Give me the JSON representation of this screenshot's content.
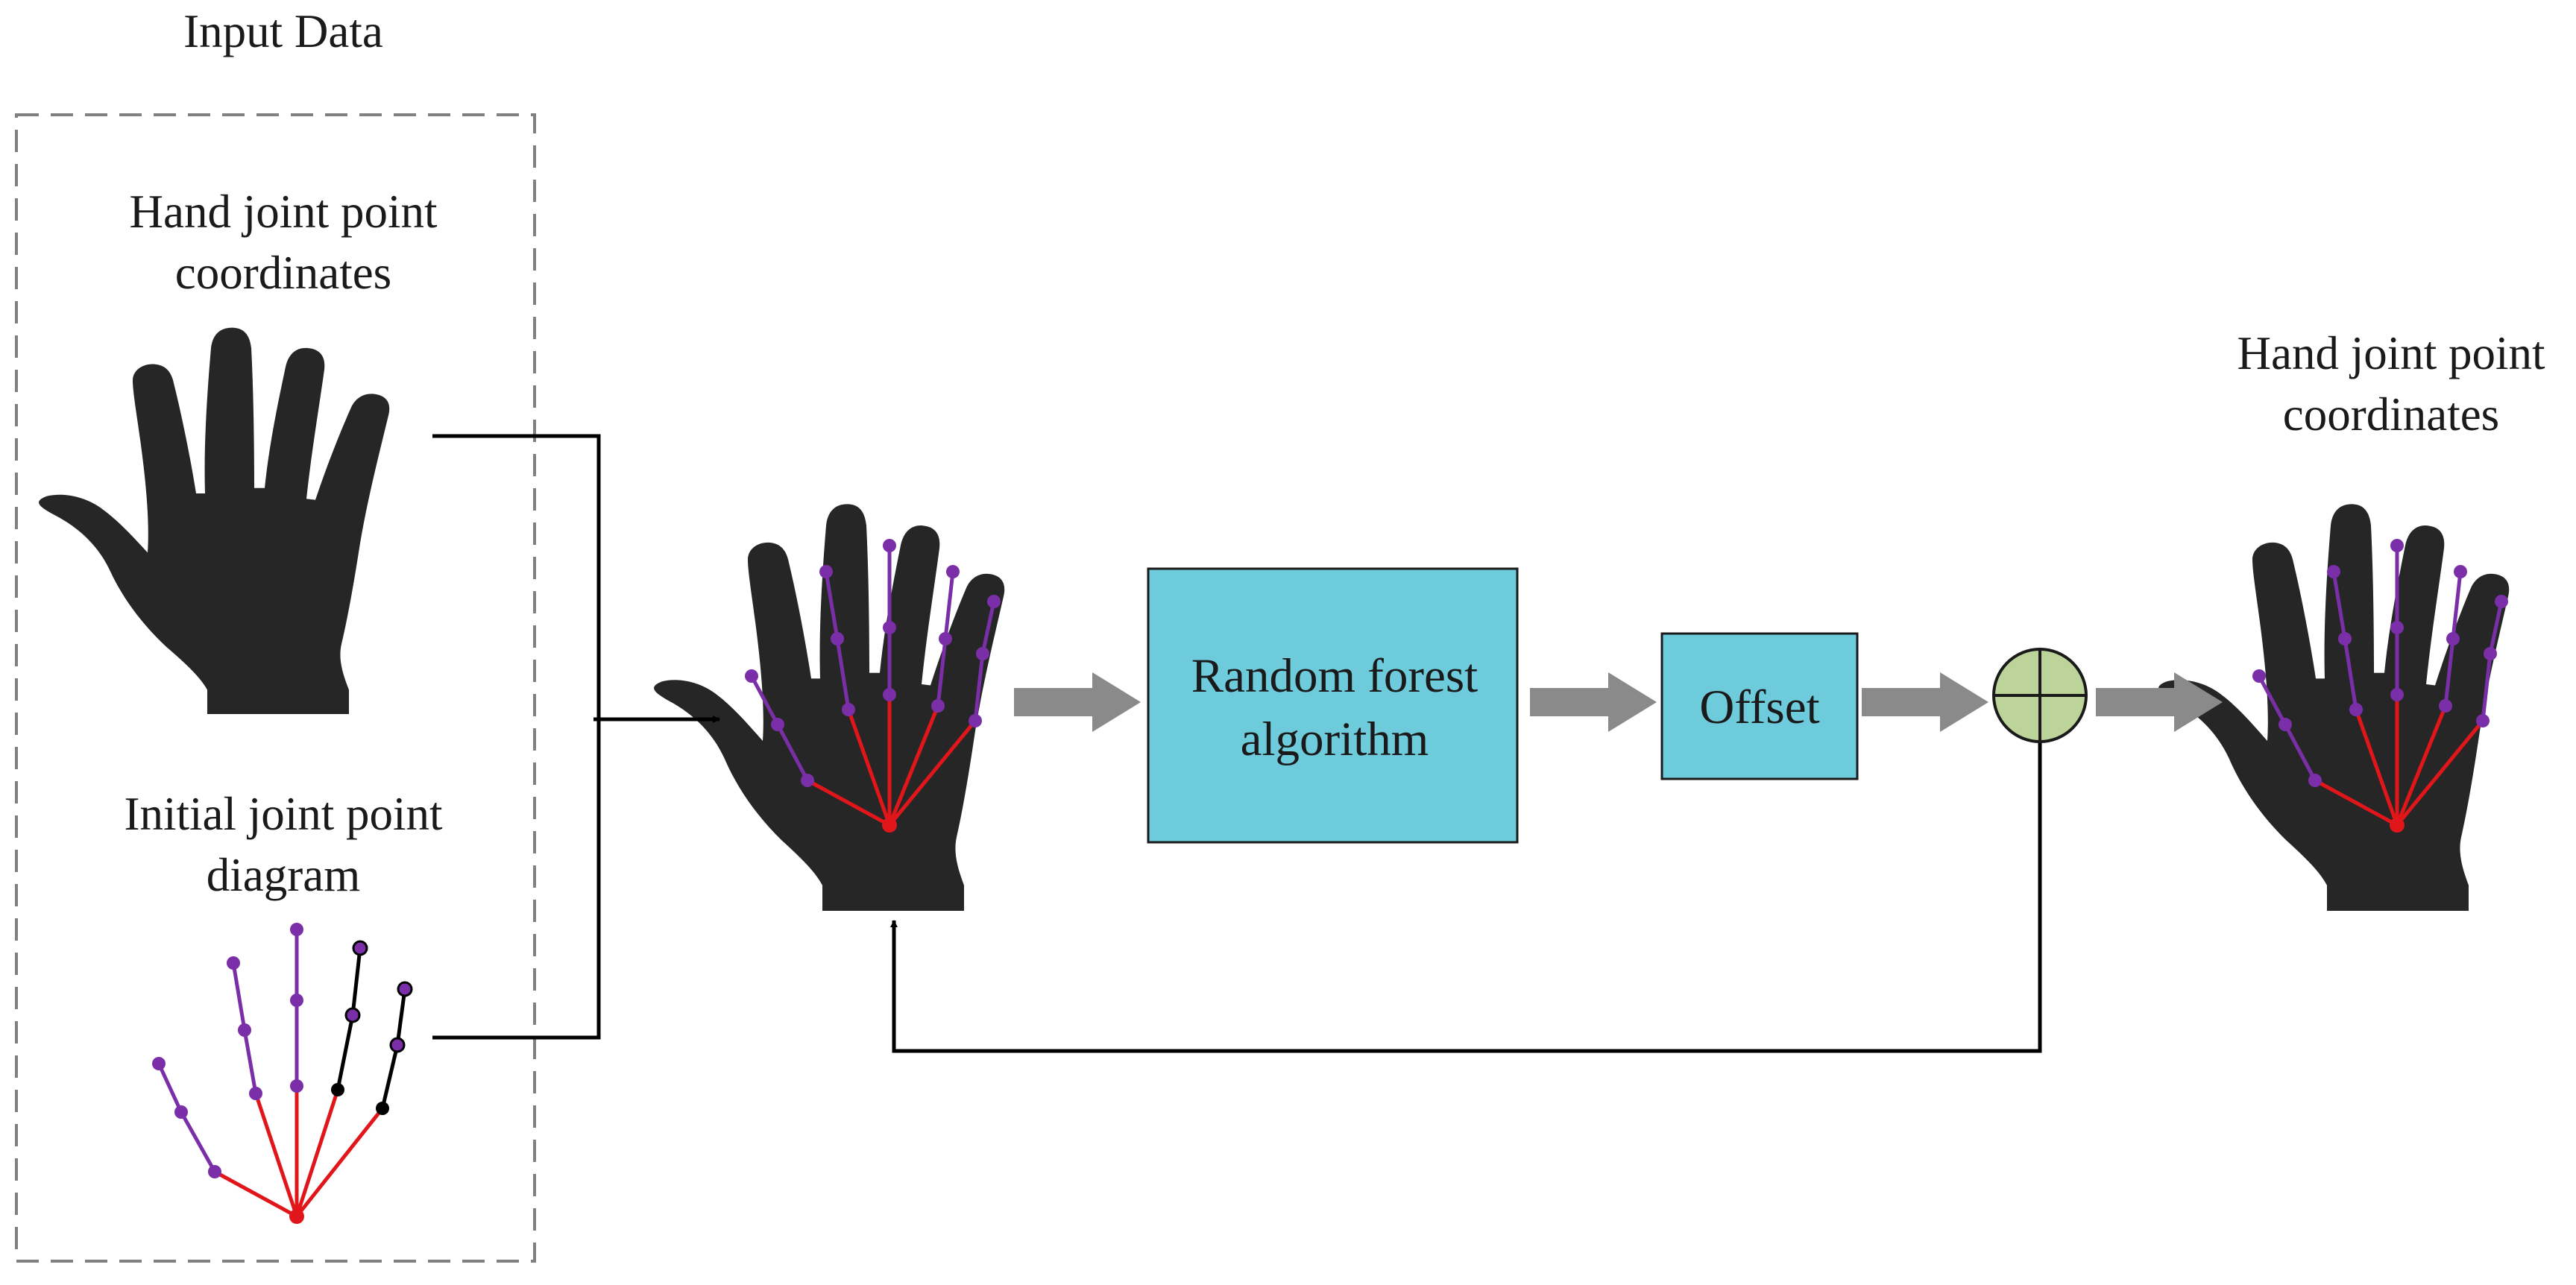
{
  "input_group": {
    "title": "Input Data",
    "coords_label": [
      "Hand joint point",
      "coordinates"
    ],
    "initial_label": [
      "Initial joint point",
      "diagram"
    ]
  },
  "process": {
    "random_forest_label": [
      "Random forest",
      "algorithm"
    ],
    "offset_label": "Offset"
  },
  "output": {
    "label": [
      "Hand joint point",
      "coordinates"
    ]
  },
  "colors": {
    "hand": "#262626",
    "box_fill": "#6ecbdc",
    "sum_fill": "#bcd49a",
    "arrow_gray": "#8a8a8a",
    "joint_purple": "#7a2fa8",
    "joint_red": "#e0161b",
    "joint_black": "#000000",
    "line": "#000000",
    "dashed": "#808080"
  },
  "icons": {
    "hand_plain": "hand-silhouette-icon",
    "hand_joints": "hand-with-joints-icon",
    "skeleton": "joint-skeleton-icon",
    "sum": "summation-circle-icon"
  }
}
